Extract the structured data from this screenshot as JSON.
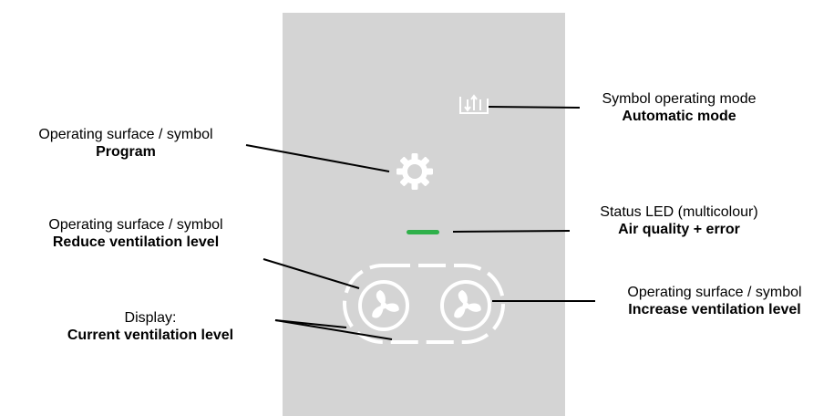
{
  "colors": {
    "panel": "#d4d4d4",
    "icon": "#ffffff",
    "status_led": "#2fb04a",
    "leader_line": "#000000"
  },
  "icons": {
    "mode_symbol": "automatic-mode-icon",
    "program_symbol": "gear-icon",
    "reduce_symbol": "fan-icon",
    "increase_symbol": "fan-icon"
  },
  "labels": {
    "program": {
      "line1": "Operating surface / symbol",
      "line2": "Program"
    },
    "reduce": {
      "line1": "Operating surface / symbol",
      "line2": "Reduce ventilation level"
    },
    "display": {
      "line1": "Display:",
      "line2": "Current ventilation level"
    },
    "mode": {
      "line1": "Symbol operating mode",
      "line2": "Automatic mode"
    },
    "status": {
      "line1": "Status LED (multicolour)",
      "line2": "Air quality + error"
    },
    "increase": {
      "line1": "Operating surface / symbol",
      "line2": "Increase ventilation level"
    }
  }
}
